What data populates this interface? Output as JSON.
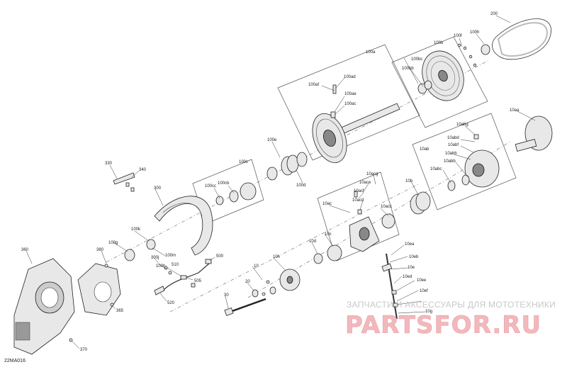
{
  "diagram": {
    "code": "22MA016",
    "labels": [
      {
        "key": "l200",
        "text": "200"
      },
      {
        "key": "l100h",
        "text": "100h"
      },
      {
        "key": "l100f",
        "text": "100f"
      },
      {
        "key": "l100b",
        "text": "100b"
      },
      {
        "key": "l100a",
        "text": "100a"
      },
      {
        "key": "l100bc",
        "text": "100bc"
      },
      {
        "key": "l100bb",
        "text": "100bb"
      },
      {
        "key": "l100ad",
        "text": "100ad"
      },
      {
        "key": "l100af",
        "text": "100af"
      },
      {
        "key": "l100ae",
        "text": "100ae"
      },
      {
        "key": "l100ac",
        "text": "100ac"
      },
      {
        "key": "l10aa",
        "text": "10aa"
      },
      {
        "key": "l10abg",
        "text": "10abg"
      },
      {
        "key": "l10abd",
        "text": "10abd"
      },
      {
        "key": "l10abf",
        "text": "10abf"
      },
      {
        "key": "l10ab",
        "text": "10ab"
      },
      {
        "key": "l10abh",
        "text": "10abh"
      },
      {
        "key": "l10abb",
        "text": "10abb"
      },
      {
        "key": "l10abc",
        "text": "10abc"
      },
      {
        "key": "l100e",
        "text": "100e"
      },
      {
        "key": "l100c",
        "text": "100c"
      },
      {
        "key": "l100d",
        "text": "100d"
      },
      {
        "key": "l100cc",
        "text": "100cc"
      },
      {
        "key": "l100cb",
        "text": "100cb"
      },
      {
        "key": "l10acg",
        "text": "10acg"
      },
      {
        "key": "l10ace",
        "text": "10ace"
      },
      {
        "key": "l10acf",
        "text": "10acf"
      },
      {
        "key": "l10ac",
        "text": "10ac"
      },
      {
        "key": "l10acd",
        "text": "10acd"
      },
      {
        "key": "l10acc",
        "text": "10acc"
      },
      {
        "key": "l10b",
        "text": "10b"
      },
      {
        "key": "l330",
        "text": "330"
      },
      {
        "key": "l340",
        "text": "340"
      },
      {
        "key": "l300",
        "text": "300"
      },
      {
        "key": "l100k",
        "text": "100k"
      },
      {
        "key": "l100g",
        "text": "100g"
      },
      {
        "key": "l380",
        "text": "380"
      },
      {
        "key": "l100j",
        "text": "100j"
      },
      {
        "key": "l100m",
        "text": "100m"
      },
      {
        "key": "l100h2",
        "text": "100h"
      },
      {
        "key": "l510",
        "text": "510"
      },
      {
        "key": "l360",
        "text": "360"
      },
      {
        "key": "l505",
        "text": "505"
      },
      {
        "key": "l500",
        "text": "500"
      },
      {
        "key": "l520",
        "text": "520"
      },
      {
        "key": "l365",
        "text": "365"
      },
      {
        "key": "l370",
        "text": "370"
      },
      {
        "key": "l10h",
        "text": "10h"
      },
      {
        "key": "l10d",
        "text": "10d"
      },
      {
        "key": "l10c",
        "text": "10c"
      },
      {
        "key": "l10",
        "text": "10"
      },
      {
        "key": "l20",
        "text": "20"
      },
      {
        "key": "l30",
        "text": "30"
      },
      {
        "key": "l10ea",
        "text": "10ea"
      },
      {
        "key": "l10eb",
        "text": "10eb"
      },
      {
        "key": "l10e",
        "text": "10e"
      },
      {
        "key": "l10ed",
        "text": "10ed"
      },
      {
        "key": "l10ee",
        "text": "10ee"
      },
      {
        "key": "l10ef",
        "text": "10ef"
      },
      {
        "key": "l10g",
        "text": "10g"
      }
    ]
  },
  "watermark": {
    "top_text": "ЗАПЧАСТИ И АКСЕССУАРЫ ДЛЯ МОТОТЕХНИКИ",
    "brand_text": "PARTSFOR.RU"
  },
  "colors": {
    "watermark_red": "#e8a0a6",
    "watermark_gray": "#c8c8c8"
  }
}
